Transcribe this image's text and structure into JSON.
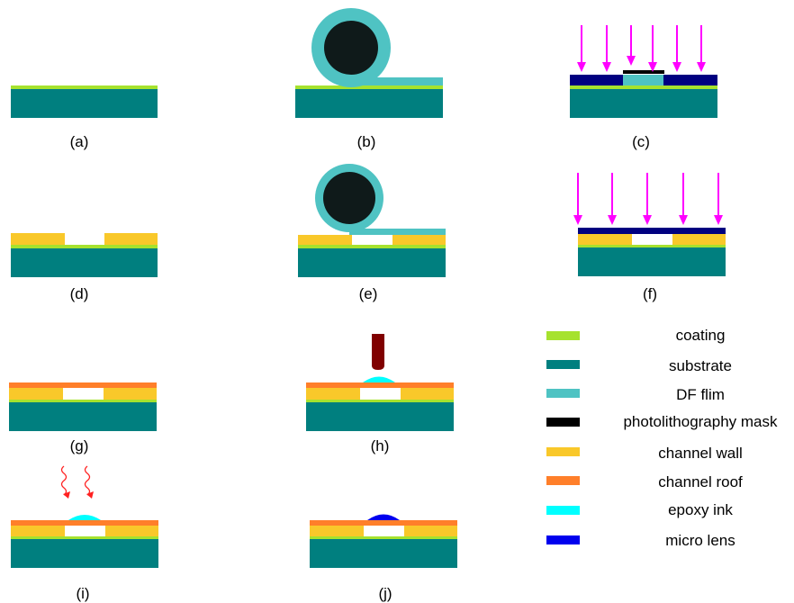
{
  "colors": {
    "coating": "#a6e22e",
    "substrate": "#007f7f",
    "df_film": "#4fc3c3",
    "photolithography_mask": "#000000",
    "channel_wall": "#f9c82a",
    "channel_roof": "#ff7f2a",
    "epoxy_ink": "#00ffff",
    "micro_lens": "#0000ee",
    "roller": "#0f1a1a",
    "uv_arrow": "#ff00ff",
    "nozzle": "#800000",
    "heat_wave": "#ff2020",
    "resist_layer": "#000080",
    "channel_void": "#ffffff"
  },
  "steps": [
    {
      "id": "a",
      "label": "(a)"
    },
    {
      "id": "b",
      "label": "(b)"
    },
    {
      "id": "c",
      "label": "(c)"
    },
    {
      "id": "d",
      "label": "(d)"
    },
    {
      "id": "e",
      "label": "(e)"
    },
    {
      "id": "f",
      "label": "(f)"
    },
    {
      "id": "g",
      "label": "(g)"
    },
    {
      "id": "h",
      "label": "(h)"
    },
    {
      "id": "i",
      "label": "(i)"
    },
    {
      "id": "j",
      "label": "(j)"
    }
  ],
  "legend": {
    "items": [
      {
        "key": "coating",
        "label": "coating"
      },
      {
        "key": "substrate",
        "label": "substrate"
      },
      {
        "key": "df_film",
        "label": "DF flim"
      },
      {
        "key": "photolithography_mask",
        "label": "photolithography mask"
      },
      {
        "key": "channel_wall",
        "label": "channel wall"
      },
      {
        "key": "channel_roof",
        "label": "channel roof"
      },
      {
        "key": "epoxy_ink",
        "label": "epoxy ink"
      },
      {
        "key": "micro_lens",
        "label": "micro lens"
      }
    ]
  }
}
